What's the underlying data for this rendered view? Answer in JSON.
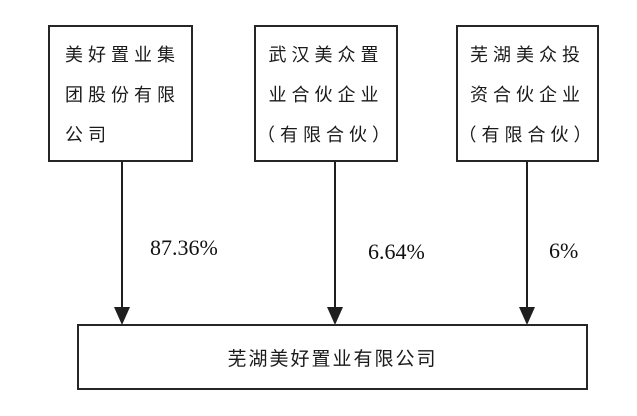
{
  "diagram": {
    "kind": "equity-structure",
    "colors": {
      "line": "#1f1f1f",
      "border": "#262626",
      "text": "#1a1a1a",
      "background": "#ffffff"
    },
    "shareholders": [
      {
        "name": "美好置业集团股份有限公司",
        "lines": [
          "美好置业集",
          "团股份有限",
          "公司"
        ],
        "ownership": "87.36%"
      },
      {
        "name": "武汉美众置业合伙企业（有限合伙）",
        "lines": [
          "武汉美众置",
          "业合伙企业",
          "（有限合伙）"
        ],
        "ownership": "6.64%"
      },
      {
        "name": "芜湖美众投资合伙企业（有限合伙）",
        "lines": [
          "芜湖美众投",
          "资合伙企业",
          "（有限合伙）"
        ],
        "ownership": "6%"
      }
    ],
    "subsidiary": {
      "name": "芜湖美好置业有限公司"
    }
  }
}
